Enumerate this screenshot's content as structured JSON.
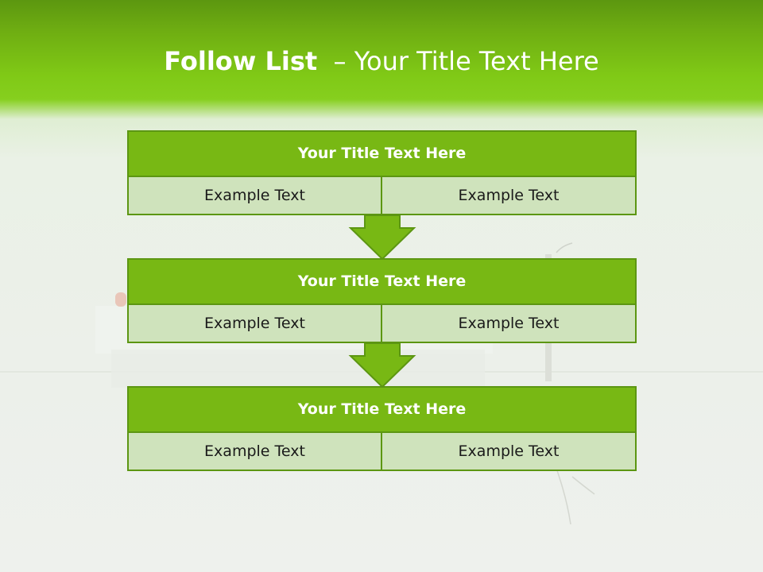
{
  "title": {
    "bold": "Follow List",
    "rest": "  – Your Title Text Here"
  },
  "steps": [
    {
      "title": "Your Title Text Here",
      "left": "Example Text",
      "right": "Example Text"
    },
    {
      "title": "Your Title Text Here",
      "left": "Example Text",
      "right": "Example Text"
    },
    {
      "title": "Your Title Text Here",
      "left": "Example Text",
      "right": "Example Text"
    }
  ],
  "colors": {
    "header_top": "#5c9710",
    "header_bottom": "#86cf1e",
    "block_title_fill": "#78b814",
    "block_border": "#5c9612",
    "block_cell_fill": "#cfe3bc",
    "arrow_fill": "#78b814"
  }
}
